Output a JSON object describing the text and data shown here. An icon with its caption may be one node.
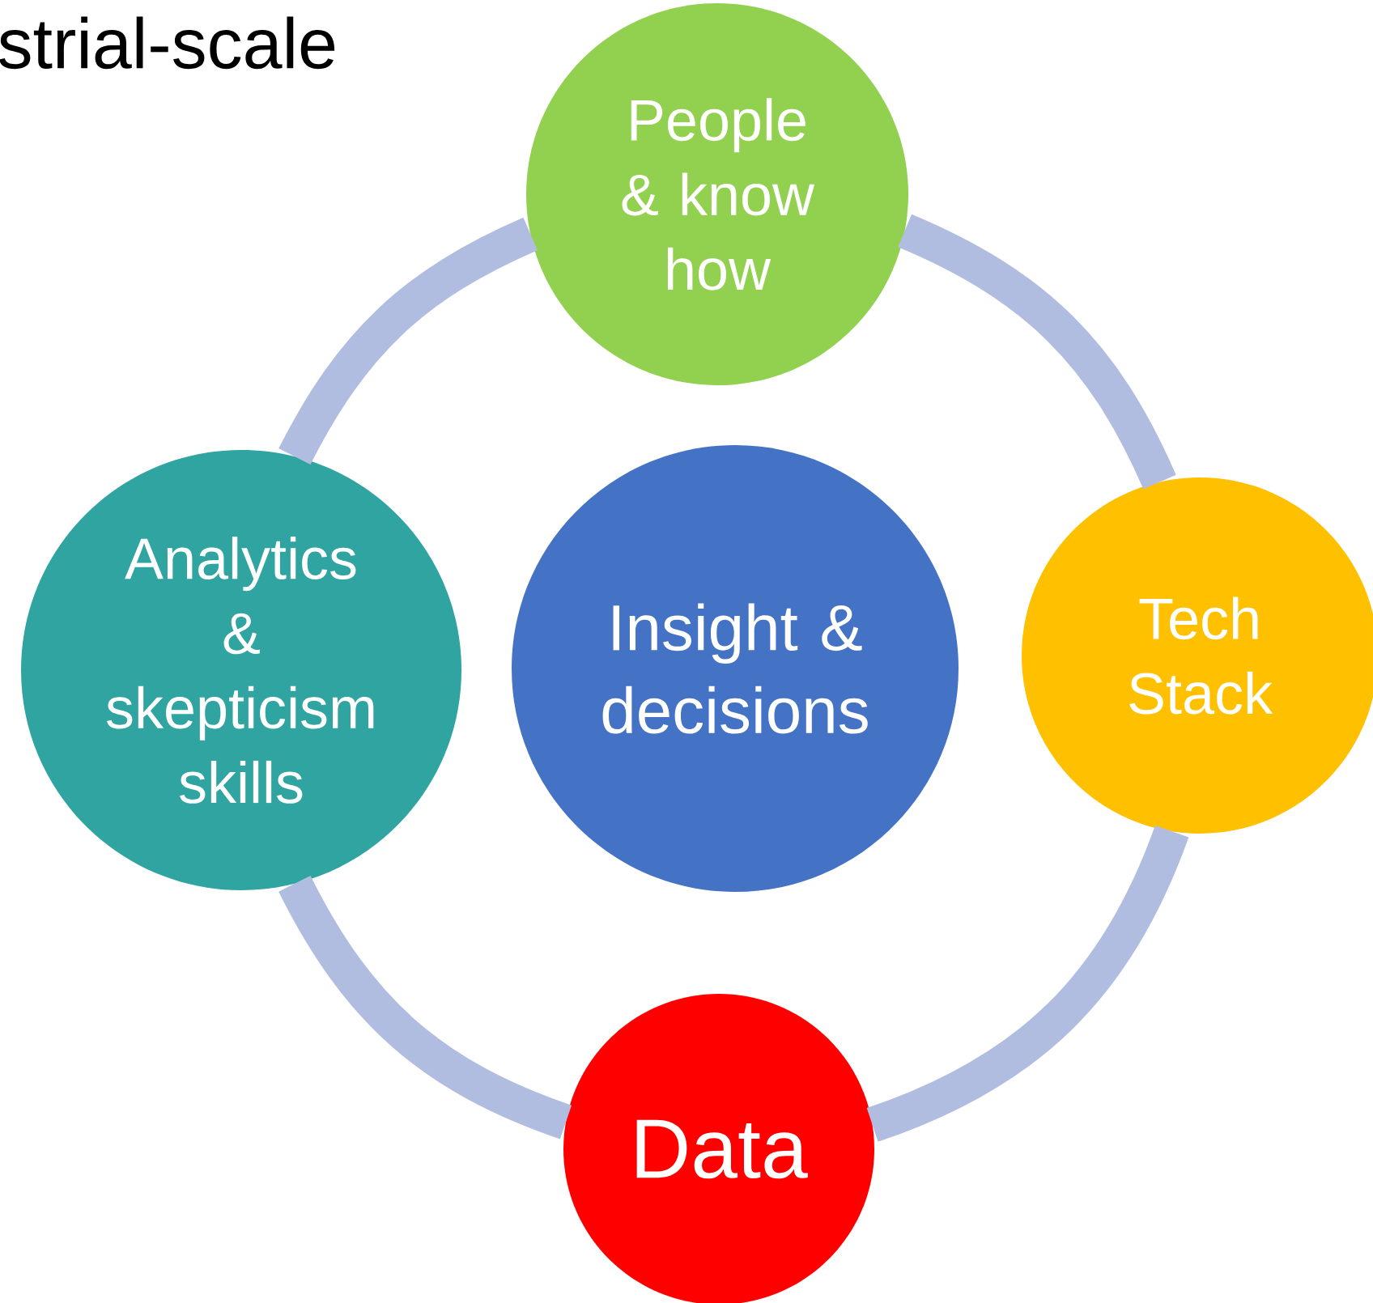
{
  "diagram": {
    "title": "strial-scale",
    "nodes": [
      {
        "text": [
          "People & know how"
        ]
      },
      {
        "text": [
          "Analytics & skepticism skills"
        ]
      },
      {
        "text": [
          "Insight & decisions"
        ]
      },
      {
        "text": [
          "Tech Stack"
        ]
      },
      {
        "text": [
          "Data"
        ]
      }
    ],
    "edges": [
      {
        "from": 0,
        "to": 3,
        "arrow": "none"
      },
      {
        "from": 3,
        "to": 4,
        "arrow": "none"
      },
      {
        "from": 4,
        "to": 1,
        "arrow": "none"
      },
      {
        "from": 1,
        "to": 0,
        "arrow": "none"
      }
    ]
  }
}
